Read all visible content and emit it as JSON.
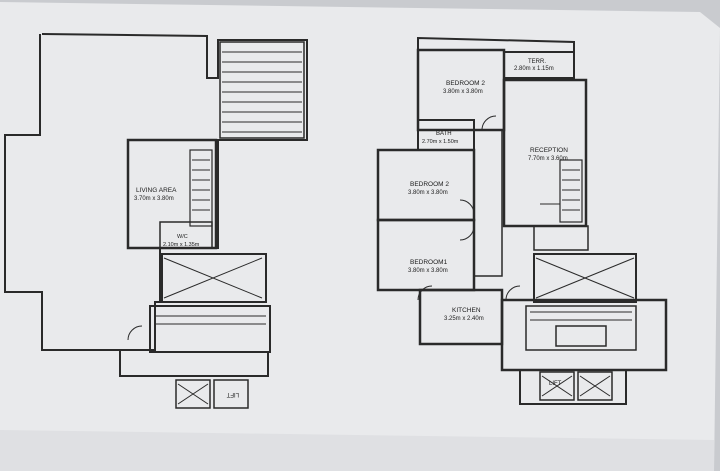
{
  "colors": {
    "paper": "#e9eaec",
    "wall": "#2a2a2a",
    "shade": "#d4d6d9"
  },
  "left_plan": {
    "living_area": {
      "name": "LIVING AREA",
      "size": "3.70m x 3.80m"
    },
    "wc": {
      "name": "W/C",
      "size": "2.10m x 1.35m"
    },
    "lift": {
      "name": "LIFT"
    }
  },
  "right_plan": {
    "bedroom_top": {
      "name": "BEDROOM 2",
      "size": "3.80m x 3.80m"
    },
    "terrace": {
      "name": "TERR.",
      "size": "2.80m x 1.15m"
    },
    "bath": {
      "name": "BATH",
      "size": "2.70m x 1.50m"
    },
    "reception": {
      "name": "RECEPTION",
      "size": "7.70m x 3.60m"
    },
    "bedroom_mid": {
      "name": "BEDROOM 2",
      "size": "3.80m x 3.80m"
    },
    "bedroom_low": {
      "name": "BEDROOM1",
      "size": "3.80m x 3.80m"
    },
    "kitchen": {
      "name": "KITCHEN",
      "size": "3.25m x 2.40m"
    },
    "lift": {
      "name": "LIFT"
    }
  }
}
